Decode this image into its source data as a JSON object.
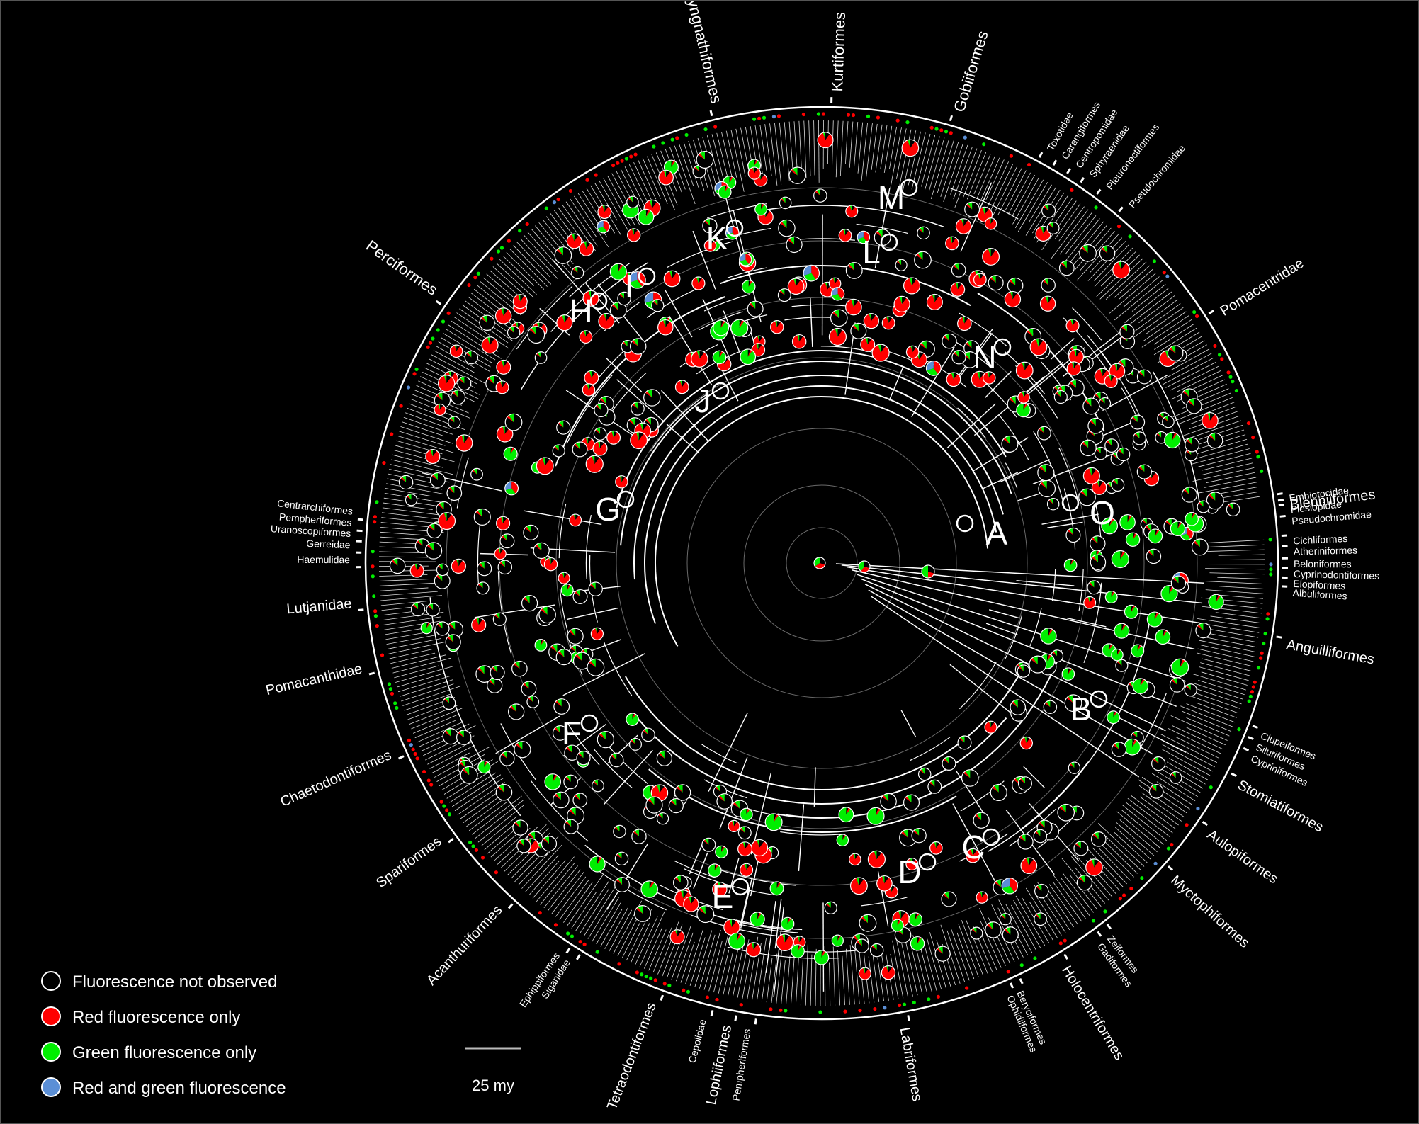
{
  "colors": {
    "background": "#000000",
    "branch": "#ffffff",
    "not_observed": "#000000",
    "red": "#ff0000",
    "green": "#00ee00",
    "both": "#5b8fd6"
  },
  "clade_labels": [
    {
      "id": "Perciformes",
      "text": "Perciformes"
    },
    {
      "id": "Syngnathiformes",
      "text": "Syngnathiformes"
    },
    {
      "id": "Kurtiformes",
      "text": "Kurtiformes"
    },
    {
      "id": "Gobiiformes",
      "text": "Gobiiformes"
    },
    {
      "id": "Toxotidae",
      "text": "Toxotidae"
    },
    {
      "id": "Carangiformes",
      "text": "Carangiformes"
    },
    {
      "id": "Centropomidae",
      "text": "Centropomidae"
    },
    {
      "id": "Sphyraenidae",
      "text": "Sphyraenidae"
    },
    {
      "id": "Pleuronectiformes",
      "text": "Pleuronectiformes"
    },
    {
      "id": "Pseudochromidae_a",
      "text": "Pseudochromidae"
    },
    {
      "id": "Pomacentridae",
      "text": "Pomacentridae"
    },
    {
      "id": "Embiotocidae",
      "text": "Embiotocidae"
    },
    {
      "id": "Plesiopidae",
      "text": "Plesiopidae"
    },
    {
      "id": "Pseudochromidae_b",
      "text": "Pseudochromidae"
    },
    {
      "id": "Blenniiformes",
      "text": "Blenniiformes"
    },
    {
      "id": "Cichliformes",
      "text": "Cichliformes"
    },
    {
      "id": "Atheriniformes",
      "text": "Atheriniformes"
    },
    {
      "id": "Beloniformes",
      "text": "Beloniformes"
    },
    {
      "id": "Cyprinodontiformes",
      "text": "Cyprinodontiformes"
    },
    {
      "id": "Elopiformes",
      "text": "Elopiformes"
    },
    {
      "id": "Albuliformes",
      "text": "Albuliformes"
    },
    {
      "id": "Anguilliformes",
      "text": "Anguilliformes"
    },
    {
      "id": "Clupeiformes",
      "text": "Clupeiformes"
    },
    {
      "id": "Siluriformes",
      "text": "Siluriformes"
    },
    {
      "id": "Cypriniformes",
      "text": "Cypriniformes"
    },
    {
      "id": "Stomiatiformes",
      "text": "Stomiatiformes"
    },
    {
      "id": "Aulopiformes",
      "text": "Aulopiformes"
    },
    {
      "id": "Myctophiformes",
      "text": "Myctophiformes"
    },
    {
      "id": "Zeiformes",
      "text": "Zeiformes"
    },
    {
      "id": "Gadiformes",
      "text": "Gadiformes"
    },
    {
      "id": "Holocentriformes",
      "text": "Holocentriformes"
    },
    {
      "id": "Beryciformes",
      "text": "Beryciformes"
    },
    {
      "id": "Ophidiiformes",
      "text": "Ophidiiformes"
    },
    {
      "id": "Labriformes",
      "text": "Labriformes"
    },
    {
      "id": "Pempheriformes_a",
      "text": "Pempheriformes"
    },
    {
      "id": "Lophiiformes",
      "text": "Lophiiformes"
    },
    {
      "id": "Cepolidae",
      "text": "Cepolidae"
    },
    {
      "id": "Tetraodontiformes",
      "text": "Tetraodontiformes"
    },
    {
      "id": "Siganidae",
      "text": "Siganidae"
    },
    {
      "id": "Ephippiformes",
      "text": "Ephippiformes"
    },
    {
      "id": "Acanthuriformes",
      "text": "Acanthuriformes"
    },
    {
      "id": "Spariformes",
      "text": "Spariformes"
    },
    {
      "id": "Chaetodontiformes",
      "text": "Chaetodontiformes"
    },
    {
      "id": "Pomacanthidae",
      "text": "Pomacanthidae"
    },
    {
      "id": "Lutjanidae",
      "text": "Lutjanidae"
    },
    {
      "id": "Haemulidae",
      "text": "Haemulidae"
    },
    {
      "id": "Gerreidae",
      "text": "Gerreidae"
    },
    {
      "id": "Uranoscopiformes",
      "text": "Uranoscopiformes"
    },
    {
      "id": "Pempheriformes_b",
      "text": "Pempheriformes"
    },
    {
      "id": "Centrarchiformes",
      "text": "Centrarchiformes"
    }
  ],
  "node_letters": [
    "A",
    "B",
    "C",
    "D",
    "E",
    "F",
    "G",
    "H",
    "I",
    "J",
    "K",
    "L",
    "M",
    "N",
    "O"
  ],
  "legend": {
    "items": [
      {
        "label": "Fluorescence not observed",
        "color_key": "not_observed"
      },
      {
        "label": "Red fluorescence only",
        "color_key": "red"
      },
      {
        "label": "Green fluorescence only",
        "color_key": "green"
      },
      {
        "label": "Red and green fluorescence",
        "color_key": "both"
      }
    ]
  },
  "scale_bar": {
    "label": "25 my"
  }
}
